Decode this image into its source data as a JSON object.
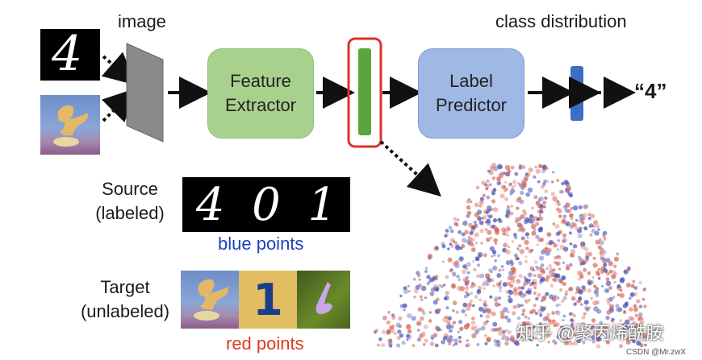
{
  "labels": {
    "image": "image",
    "class_distribution": "class distribution",
    "feature_extractor_line1": "Feature",
    "feature_extractor_line2": "Extractor",
    "label_predictor_line1": "Label",
    "label_predictor_line2": "Predictor",
    "output_class": "“4”",
    "source_line1": "Source",
    "source_line2": "(labeled)",
    "blue_points": "blue points",
    "target_line1": "Target",
    "target_line2": "(unlabeled)",
    "red_points": "red points",
    "source_digits": [
      "4",
      "0",
      "1"
    ],
    "mnist_input_digit": "4",
    "target_digit_yellow": "1"
  },
  "watermark": {
    "zhihu": "知乎 @聚丙烯酰胺",
    "csdn": "CSDN @Mr.zwX"
  },
  "colors": {
    "feature_box": "#a9d18e",
    "label_box": "#9fb8e4",
    "highlight_border": "#d9342b",
    "feature_bar": "#5aa53d",
    "class_bar": "#3d6ec4",
    "blue_text": "#1f3fbf",
    "red_text": "#e03a1e"
  }
}
